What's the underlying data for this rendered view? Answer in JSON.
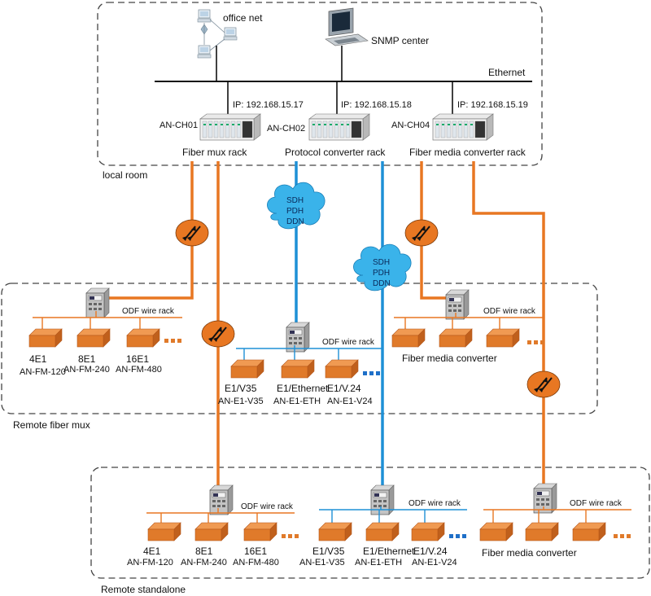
{
  "colors": {
    "fiber": "#E87722",
    "fiber_light": "#F2B37A",
    "net": "#1E90D6",
    "ethernet": "#111111",
    "device": "#E07A2A",
    "device_top": "#F09A52",
    "cloud": "#3AB3EA"
  },
  "local_room": {
    "label": "local room",
    "office_net": "office net",
    "snmp_center": "SNMP center",
    "ethernet": "Ethernet",
    "racks": [
      {
        "ip": "IP: 192.168.15.17",
        "model": "AN-CH01",
        "name": "Fiber mux rack"
      },
      {
        "ip": "IP: 192.168.15.18",
        "model": "AN-CH02",
        "name": "Protocol converter rack"
      },
      {
        "ip": "IP: 192.168.15.19",
        "model": "AN-CH04",
        "name": "Fiber media converter rack"
      }
    ]
  },
  "clouds": {
    "c1": [
      "SDH",
      "PDH",
      "DDN"
    ],
    "c2": [
      "SDH",
      "PDH",
      "DDN"
    ]
  },
  "remote_fiber_mux": {
    "label": "Remote fiber mux",
    "odf1": "ODF wire rack",
    "odf2": "ODF wire rack",
    "odf3": "ODF wire rack",
    "fm": [
      {
        "name": "4E1",
        "model": "AN-FM-120"
      },
      {
        "name": "8E1",
        "model": "AN-FM-240"
      },
      {
        "name": "16E1",
        "model": "AN-FM-480"
      }
    ],
    "pc": [
      {
        "name": "E1/V35",
        "model": "AN-E1-V35"
      },
      {
        "name": "E1/Ethernet",
        "model": "AN-E1-ETH"
      },
      {
        "name": "E1/V.24",
        "model": "AN-E1-V24"
      }
    ],
    "fmc": "Fiber media converter"
  },
  "remote_standalone": {
    "label": "Remote standalone",
    "odf1": "ODF wire rack",
    "odf2": "ODF wire rack",
    "odf3": "ODF wire rack",
    "fm": [
      {
        "name": "4E1",
        "model": "AN-FM-120"
      },
      {
        "name": "8E1",
        "model": "AN-FM-240"
      },
      {
        "name": "16E1",
        "model": "AN-FM-480"
      }
    ],
    "pc": [
      {
        "name": "E1/V35",
        "model": "AN-E1-V35"
      },
      {
        "name": "E1/Ethernet",
        "model": "AN-E1-ETH"
      },
      {
        "name": "E1/V.24",
        "model": "AN-E1-V24"
      }
    ],
    "fmc": "Fiber media converter"
  }
}
